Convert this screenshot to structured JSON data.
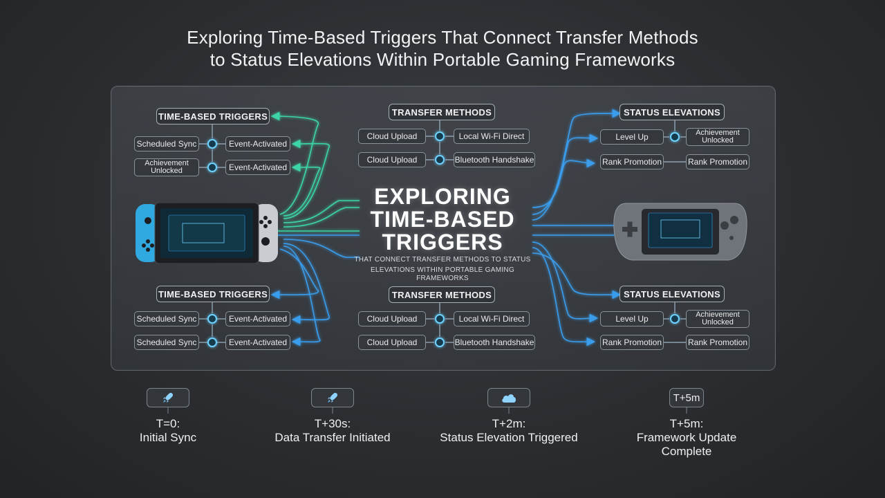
{
  "title": {
    "line1": "Exploring Time-Based Triggers That Connect Transfer Methods",
    "line2": "to Status Elevations Within Portable Gaming Frameworks"
  },
  "center": {
    "title_line1": "EXPLORING",
    "title_line2": "TIME-BASED",
    "title_line3": "TRIGGERS",
    "subtitle_line1": "THAT CONNECT TRANSFER METHODS TO STATUS",
    "subtitle_line2": "ELEVATIONS WITHIN PORTABLE GAMING FRAMEWORKS"
  },
  "top_left": {
    "heading": "TIME-BASED TRIGGERS",
    "row1_left": "Scheduled Sync",
    "row1_right": "Event-Activated",
    "row2_left_a": "Achievement",
    "row2_left_b": "Unlocked",
    "row2_right": "Event-Activated"
  },
  "bottom_left": {
    "heading": "TIME-BASED TRIGGERS",
    "row1_left": "Scheduled Sync",
    "row1_right": "Event-Activated",
    "row2_left": "Scheduled Sync",
    "row2_right": "Event-Activated"
  },
  "top_mid": {
    "heading": "TRANSFER METHODS",
    "row1_left": "Cloud Upload",
    "row1_right": "Local Wi-Fi Direct",
    "row2_left": "Cloud Upload",
    "row2_right": "Bluetooth Handshake"
  },
  "bottom_mid": {
    "heading": "TRANSFER METHODS",
    "row1_left": "Cloud Upload",
    "row1_right": "Local Wi-Fi Direct",
    "row2_left": "Cloud Upload",
    "row2_right": "Bluetooth Handshake"
  },
  "top_right": {
    "heading": "STATUS ELEVATIONS",
    "row1_left": "Level Up",
    "row1_right_a": "Achievement",
    "row1_right_b": "Unlocked",
    "row2_left": "Rank Promotion",
    "row2_right": "Rank Promotion"
  },
  "bottom_right": {
    "heading": "STATUS ELEVATIONS",
    "row1_left": "Level Up",
    "row1_right_a": "Achievement",
    "row1_right_b": "Unlocked",
    "row2_left": "Rank Promotion",
    "row2_right": "Rank Promotion"
  },
  "timeline": [
    {
      "time": "T=0:",
      "label": "Initial Sync",
      "icon": "rocket-icon"
    },
    {
      "time": "T+30s:",
      "label": "Data Transfer Initiated",
      "icon": "rocket-icon"
    },
    {
      "time": "T+2m:",
      "label": "Status Elevation Triggered",
      "icon": "cloud-icon"
    },
    {
      "time": "T+5m:",
      "label": "Framework Update Complete",
      "icon_text": "T+5m"
    }
  ],
  "colors": {
    "green_wire": "#3de6b0",
    "blue_wire": "#3aa8ff",
    "node": "#6fd3ff",
    "switch_left_joycon": "#2fa9e0",
    "switch_right_joycon": "#c9ccd0"
  }
}
